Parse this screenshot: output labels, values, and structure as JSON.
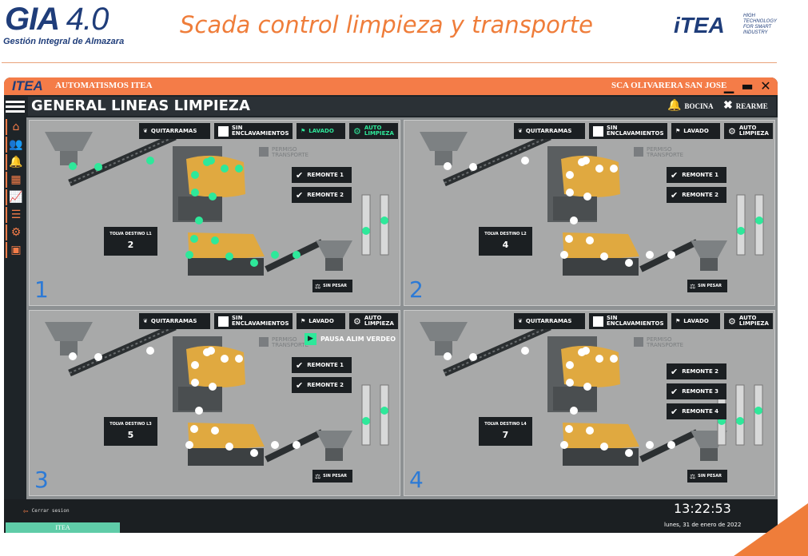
{
  "slide": {
    "logo_main": "GIA",
    "logo_version": "4.0",
    "logo_subtitle": "Gestión Integral de Almazara",
    "title": "Scada control limpieza y transporte",
    "partner_logo": "iTEA",
    "partner_tagline": "HIGH TECHNOLOGY FOR SMART INDUSTRY",
    "accent_color": "#ef7d3a"
  },
  "window": {
    "logo": "ITEA",
    "app_name": "AUTOMATISMOS ITEA",
    "client": "SCA OLIVARERA SAN JOSE",
    "titlebar_color": "#f47c48",
    "controls": [
      "minimize-icon",
      "maximize-icon",
      "close-icon"
    ]
  },
  "header": {
    "title": "GENERAL LINEAS LIMPIEZA",
    "bocina": "BOCINA",
    "rearme": "REARME"
  },
  "sidebar": [
    "home-icon",
    "users-icon",
    "alarm-icon",
    "calendar-icon",
    "chart-icon",
    "list-icon",
    "network-icon",
    "monitor-icon"
  ],
  "panels": [
    {
      "number": "1",
      "quitarramas": "QUITARRAMAS",
      "sin_enclavamientos": "SIN ENCLAVAMIENTOS",
      "lavado": "LAVADO",
      "auto_limpieza": "AUTO LIMPIEZA",
      "lavado_active": true,
      "auto_limpieza_active": true,
      "permiso": "PERMISO TRANSPORTE",
      "remontes": [
        "REMONTE 1",
        "REMONTE 2"
      ],
      "tolva_label": "TOLVA DESTINO L1",
      "tolva_value": "2",
      "sin_pesar": "SIN PESAR",
      "pausa": "",
      "sensor_state": "active",
      "level_bars": 2
    },
    {
      "number": "2",
      "quitarramas": "QUITARRAMAS",
      "sin_enclavamientos": "SIN ENCLAVAMIENTOS",
      "lavado": "LAVADO",
      "auto_limpieza": "AUTO LIMPIEZA",
      "lavado_active": false,
      "auto_limpieza_active": false,
      "permiso": "PERMISO TRANSPORTE",
      "remontes": [
        "REMONTE 1",
        "REMONTE 2"
      ],
      "tolva_label": "TOLVA DESTINO L2",
      "tolva_value": "4",
      "sin_pesar": "SIN PESAR",
      "pausa": "",
      "sensor_state": "idle",
      "level_bars": 2
    },
    {
      "number": "3",
      "quitarramas": "QUITARRAMAS",
      "sin_enclavamientos": "SIN ENCLAVAMIENTOS",
      "lavado": "LAVADO",
      "auto_limpieza": "AUTO LIMPIEZA",
      "lavado_active": false,
      "auto_limpieza_active": false,
      "permiso": "PERMISO TRANSPORTE",
      "remontes": [
        "REMONTE 1",
        "REMONTE 2"
      ],
      "tolva_label": "TOLVA DESTINO L3",
      "tolva_value": "5",
      "sin_pesar": "SIN PESAR",
      "pausa": "PAUSA ALIM VERDEO",
      "sensor_state": "idle",
      "level_bars": 2
    },
    {
      "number": "4",
      "quitarramas": "QUITARRAMAS",
      "sin_enclavamientos": "SIN ENCLAVAMIENTOS",
      "lavado": "LAVADO",
      "auto_limpieza": "AUTO LIMPIEZA",
      "lavado_active": false,
      "auto_limpieza_active": false,
      "permiso": "PERMISO TRANSPORTE",
      "remontes": [
        "REMONTE 2",
        "REMONTE 3",
        "REMONTE 4"
      ],
      "tolva_label": "TOLVA DESTINO L4",
      "tolva_value": "7",
      "sin_pesar": "SIN PESAR",
      "pausa": "",
      "sensor_state": "idle",
      "level_bars": 3
    }
  ],
  "footer": {
    "logout": "Cerrar sesion",
    "brand": "ITEA",
    "time": "13:22:53",
    "date": "lunes, 31 de enero de 2022"
  },
  "colors": {
    "active": "#2ee89a",
    "idle": "#ffffff",
    "panel_number": "#2c7ad6"
  }
}
